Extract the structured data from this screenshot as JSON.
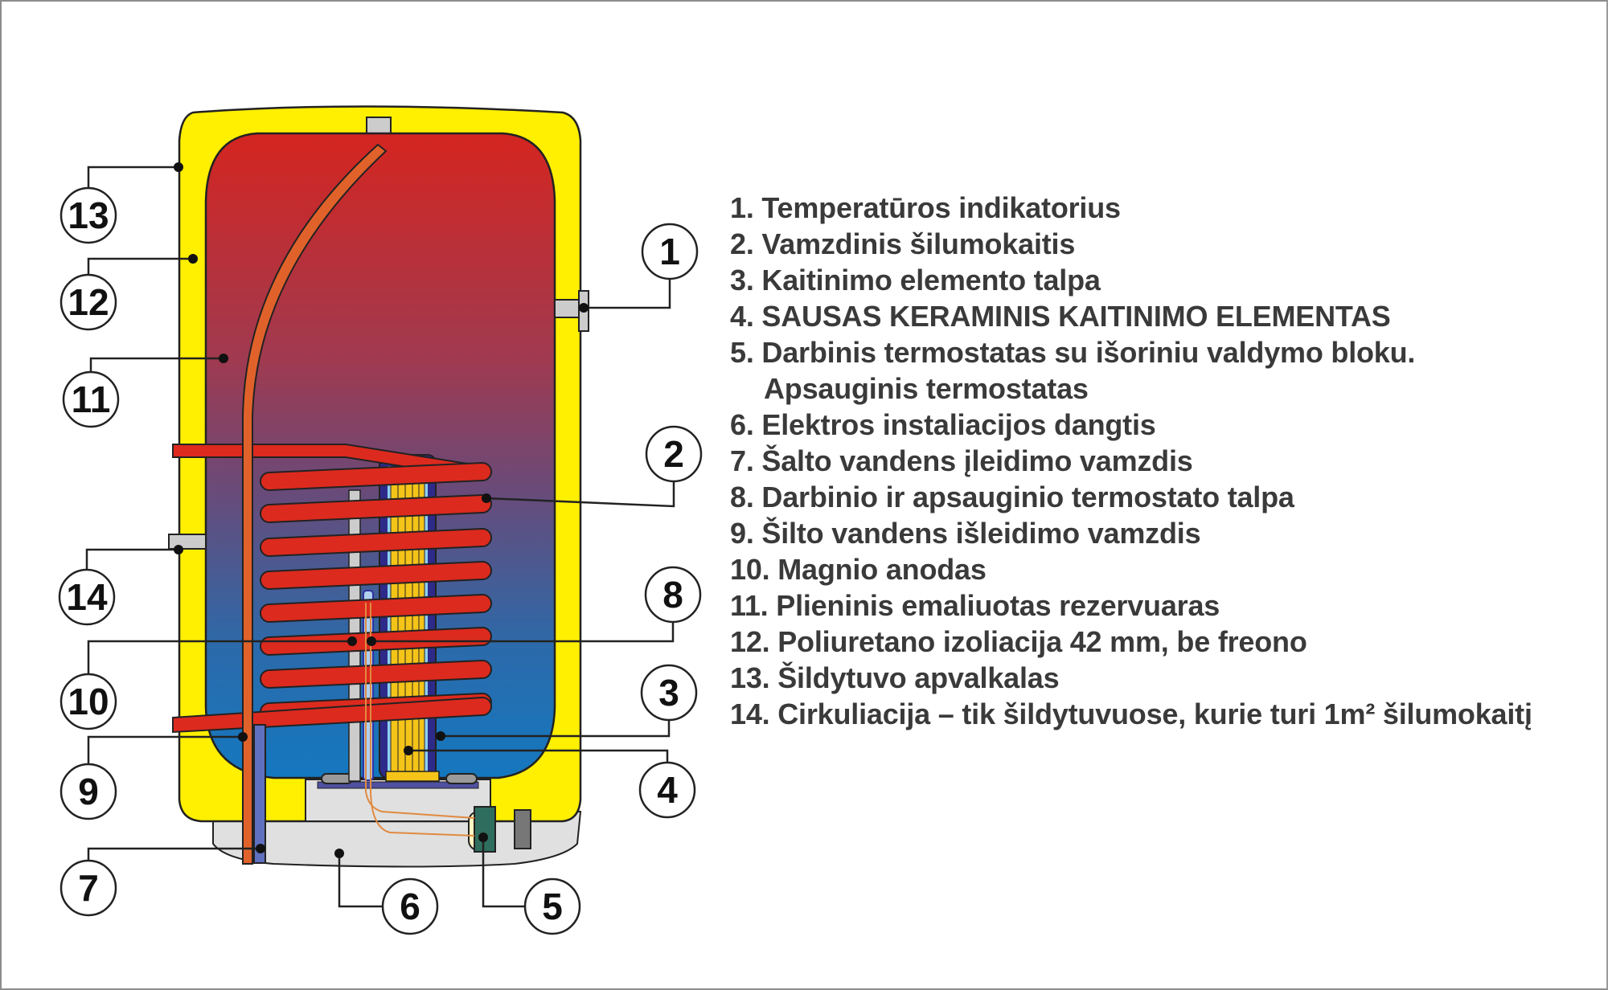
{
  "diagram": {
    "title": "Water heater cross-section with heat exchanger coil",
    "colors": {
      "casing_yellow": "#ffef00",
      "tank_top_red": "#d42520",
      "tank_bottom_blue": "#1478c0",
      "coil_red": "#dd2a1e",
      "pipe_orange": "#e0622a",
      "heater_sleeve": "#2e2a8a",
      "heater_element": "#f5c418",
      "cover_gray": "#e0e0e0",
      "thermostat_green": "#2f6e5e",
      "text": "#3a3a3a"
    },
    "callouts": [
      {
        "num": "1",
        "part": "temperature-indicator"
      },
      {
        "num": "2",
        "part": "tube-heat-exchanger"
      },
      {
        "num": "3",
        "part": "heating-element-sleeve"
      },
      {
        "num": "4",
        "part": "ceramic-heating-element"
      },
      {
        "num": "5",
        "part": "thermostat"
      },
      {
        "num": "6",
        "part": "electrical-cover"
      },
      {
        "num": "7",
        "part": "cold-water-inlet"
      },
      {
        "num": "8",
        "part": "thermostat-pocket"
      },
      {
        "num": "9",
        "part": "hot-water-outlet"
      },
      {
        "num": "10",
        "part": "magnesium-anode"
      },
      {
        "num": "11",
        "part": "steel-tank"
      },
      {
        "num": "12",
        "part": "insulation"
      },
      {
        "num": "13",
        "part": "heater-casing"
      },
      {
        "num": "14",
        "part": "circulation"
      }
    ]
  },
  "legend": {
    "items": [
      "1. Temperatūros indikatorius",
      "2. Vamzdinis šilumokaitis",
      "3. Kaitinimo elemento talpa",
      "4. SAUSAS KERAMINIS KAITINIMO ELEMENTAS",
      "5. Darbinis termostatas su išoriniu valdymo bloku.",
      "Apsauginis termostatas",
      "6. Elektros instaliacijos dangtis",
      "7. Šalto vandens įleidimo vamzdis",
      "8. Darbinio ir apsauginio termostato talpa",
      "9. Šilto vandens išleidimo vamzdis",
      "10. Magnio anodas",
      "11. Plieninis emaliuotas rezervuaras",
      "12. Poliuretano izoliacija 42 mm, be freono",
      "13. Šildytuvo apvalkalas",
      "14. Cirkuliacija – tik šildytuvuose, kurie turi 1m² šilumokaitį"
    ]
  }
}
